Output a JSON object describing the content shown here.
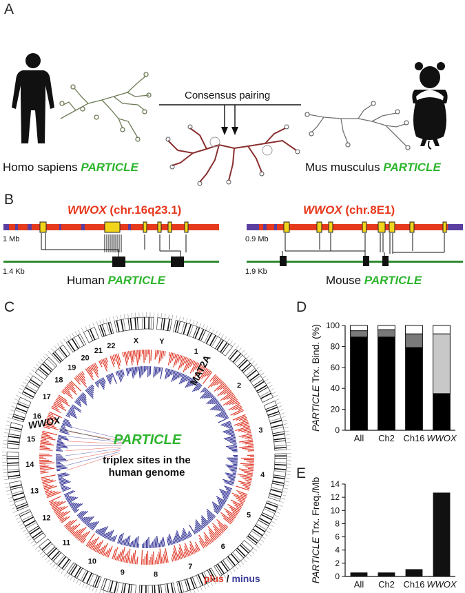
{
  "panels": {
    "A": {
      "letter": "A",
      "human_label": "Homo sapiens ",
      "human_particle": "PARTICLE",
      "mouse_label": "Mus musculus ",
      "mouse_particle": "PARTICLE",
      "consensus": "Consensus pairing"
    },
    "B": {
      "letter": "B",
      "human_gene": "WWOX",
      "human_loc": " (chr.16q23.1)",
      "mouse_gene": "WWOX",
      "mouse_loc": " (chr.8E1)",
      "human_scale_gene": "1 Mb",
      "human_scale_rna": "1.4 Kb",
      "mouse_scale_gene": "0.9 Mb",
      "mouse_scale_rna": "1.9 Kb",
      "human_rna_label": "Human ",
      "human_rna_particle": "PARTICLE",
      "mouse_rna_label": "Mouse ",
      "mouse_rna_particle": "PARTICLE"
    },
    "C": {
      "letter": "C",
      "center_title": "PARTICLE",
      "center_line1": "triplex sites in the",
      "center_line2": "human genome",
      "gene_wwox": "WWOX",
      "gene_mat2a": "MAT2A",
      "legend_plus": "plus",
      "legend_sep": " / ",
      "legend_minus": "minus",
      "chromosomes": [
        "1",
        "2",
        "3",
        "4",
        "5",
        "6",
        "7",
        "8",
        "9",
        "10",
        "11",
        "12",
        "13",
        "14",
        "15",
        "16",
        "17",
        "18",
        "19",
        "20",
        "21",
        "22",
        "X",
        "Y"
      ],
      "colors": {
        "plus": "#e03a2a",
        "minus": "#3b3b9a"
      }
    },
    "D": {
      "letter": "D"
    },
    "E": {
      "letter": "E"
    }
  },
  "chart_data": [
    {
      "panel": "D",
      "type": "bar",
      "stacked": true,
      "categories": [
        "All",
        "Ch2",
        "Ch16",
        "WWOX"
      ],
      "category_italic": [
        false,
        false,
        false,
        true
      ],
      "ylabel_italic": "PARTICLE",
      "ylabel_rest": " Trx. Bind. (%)",
      "ylim": [
        0,
        100
      ],
      "yticks": [
        0,
        20,
        40,
        60,
        80,
        100
      ],
      "series": [
        {
          "values": [
            89,
            89,
            79,
            35
          ],
          "color": "#000000"
        },
        {
          "values": [
            6,
            7,
            13,
            57
          ],
          "color": "#7a7a7a"
        },
        {
          "values": [
            5,
            4,
            8,
            8
          ],
          "color": "#ffffff"
        }
      ],
      "series_colors_note": "",
      "wwox_mid_color": "#c8c8c8"
    },
    {
      "panel": "E",
      "type": "bar",
      "categories": [
        "All",
        "Ch2",
        "Ch16",
        "WWOX"
      ],
      "category_italic": [
        false,
        false,
        false,
        true
      ],
      "ylabel_italic": "PARTICLE",
      "ylabel_rest": " Trx. Freq./Mb",
      "ylim": [
        0,
        14
      ],
      "yticks": [
        0,
        2,
        4,
        6,
        8,
        10,
        12,
        14
      ],
      "values": [
        0.6,
        0.6,
        1.1,
        12.7
      ]
    }
  ]
}
